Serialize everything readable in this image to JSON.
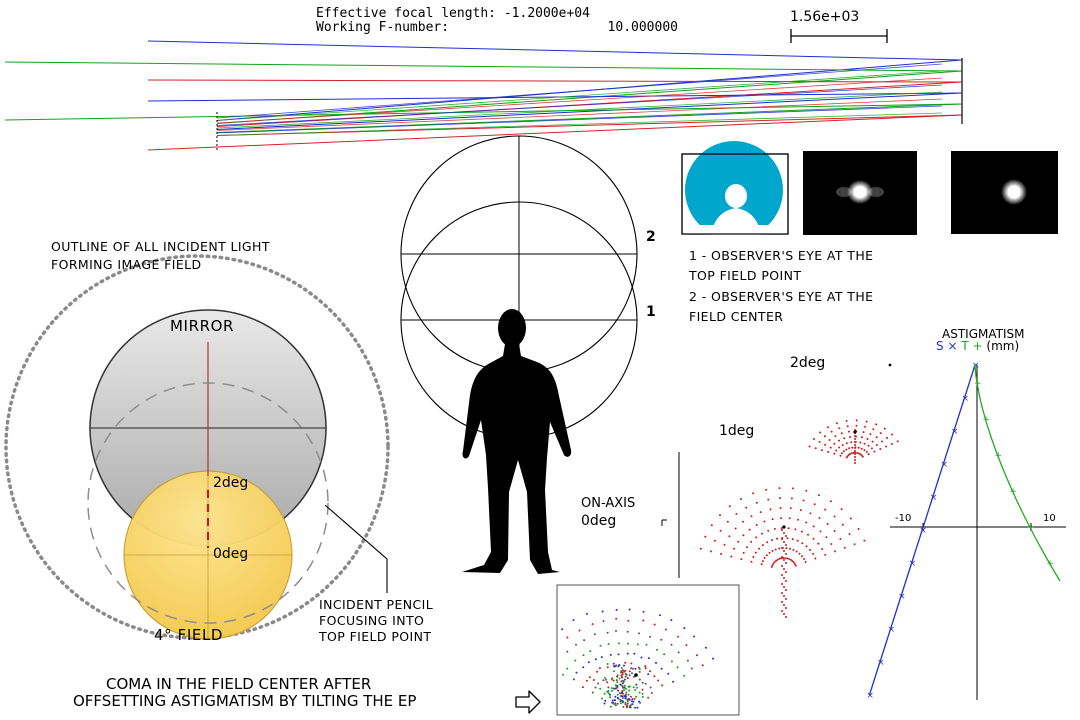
{
  "header": {
    "efl_label": "Effective focal length:",
    "efl_value": "-1.2000e+04",
    "fnum_label": "Working F-number:",
    "fnum_value": "10.000000",
    "scale_value": "1.56e+03"
  },
  "field_diagram": {
    "outline_caption_line1": "OUTLINE OF ALL INCIDENT LIGHT",
    "outline_caption_line2": "FORMING IMAGE FIELD",
    "mirror_label": "MIRROR",
    "field_2deg": "2deg",
    "field_0deg": "0deg",
    "field_label": "4° FIELD",
    "pencil_caption_line1": "INCIDENT PENCIL",
    "pencil_caption_line2": "FOCUSING INTO",
    "pencil_caption_line3": "TOP FIELD POINT"
  },
  "eye_positions": {
    "marker_2": "2",
    "marker_1": "1",
    "caption_1_line1": "1 - OBSERVER'S EYE AT THE",
    "caption_1_line2": "TOP FIELD POINT",
    "caption_2_line1": "2 - OBSERVER'S EYE AT THE",
    "caption_2_line2": "FIELD CENTER"
  },
  "spots": {
    "label_2deg": "2deg",
    "label_1deg": "1deg",
    "label_onaxis": "ON-AXIS",
    "label_0deg": "0deg"
  },
  "astigmatism": {
    "title": "ASTIGMATISM",
    "legend_s": "S",
    "legend_s_mark": "×",
    "legend_t": "T",
    "legend_t_mark": "+",
    "legend_units": "(mm)",
    "tick_neg": "-10",
    "tick_pos": "10"
  },
  "coma_note": {
    "line1": "COMA IN THE FIELD CENTER AFTER",
    "line2": "OFFSETTING ASTIGMATISM BY TILTING THE EP",
    "arrow_icon": "outline-right-arrow-icon"
  },
  "colors": {
    "ray_blue": "#1f2fcf",
    "ray_green": "#13a31a",
    "ray_red": "#d2242a",
    "eye_pupil_cyan": "#00a6cc",
    "field_yellow": "#f7d25c",
    "spot_red": "#d01a1a",
    "curve_s_blue": "#2233cc",
    "curve_t_green": "#22aa22"
  }
}
